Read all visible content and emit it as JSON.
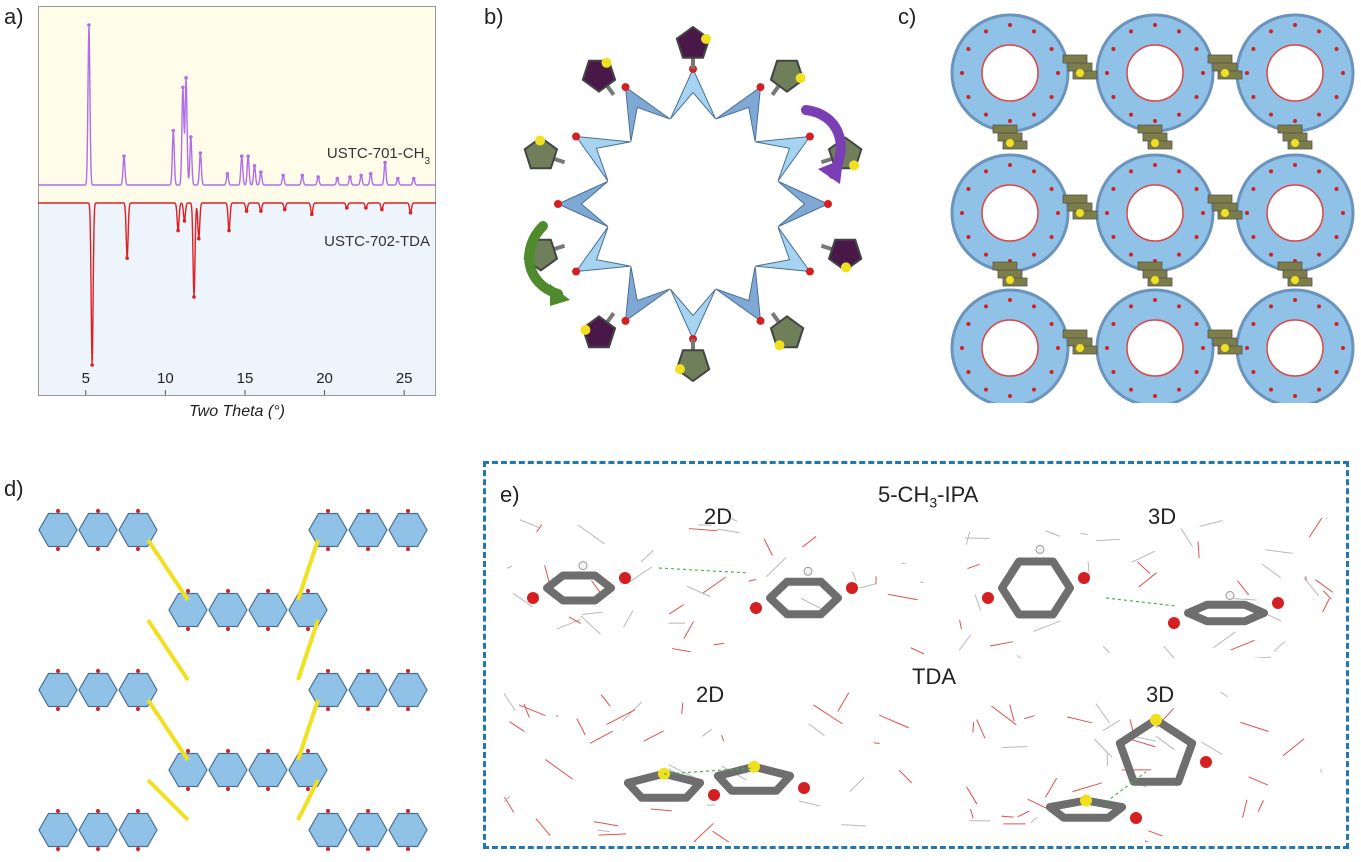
{
  "panels": {
    "a": "a)",
    "b": "b)",
    "c": "c)",
    "d": "d)",
    "e": "e)"
  },
  "chart_data": {
    "type": "line",
    "xlabel": "Two Theta (°)",
    "xlim": [
      2,
      27
    ],
    "xticks": [
      5,
      10,
      15,
      20,
      25
    ],
    "series": [
      {
        "name": "USTC-701-CH3",
        "name_main": "USTC-701-CH",
        "name_sub": "3",
        "color": "#b06ee8",
        "peaks": [
          {
            "x": 5.2,
            "h": 1.0
          },
          {
            "x": 7.4,
            "h": 0.18
          },
          {
            "x": 10.5,
            "h": 0.34
          },
          {
            "x": 11.1,
            "h": 0.61
          },
          {
            "x": 11.3,
            "h": 0.67
          },
          {
            "x": 11.6,
            "h": 0.3
          },
          {
            "x": 12.2,
            "h": 0.2
          },
          {
            "x": 13.9,
            "h": 0.07
          },
          {
            "x": 14.8,
            "h": 0.18
          },
          {
            "x": 15.2,
            "h": 0.18
          },
          {
            "x": 15.6,
            "h": 0.12
          },
          {
            "x": 16.0,
            "h": 0.08
          },
          {
            "x": 17.4,
            "h": 0.06
          },
          {
            "x": 18.6,
            "h": 0.06
          },
          {
            "x": 19.6,
            "h": 0.05
          },
          {
            "x": 20.8,
            "h": 0.04
          },
          {
            "x": 21.6,
            "h": 0.05
          },
          {
            "x": 22.3,
            "h": 0.06
          },
          {
            "x": 22.9,
            "h": 0.07
          },
          {
            "x": 23.8,
            "h": 0.14
          },
          {
            "x": 24.6,
            "h": 0.04
          },
          {
            "x": 25.6,
            "h": 0.04
          }
        ]
      },
      {
        "name": "USTC-702-TDA",
        "color": "#e02020",
        "peaks": [
          {
            "x": 5.4,
            "h": 1.0
          },
          {
            "x": 7.6,
            "h": 0.34
          },
          {
            "x": 10.8,
            "h": 0.17
          },
          {
            "x": 11.2,
            "h": 0.11
          },
          {
            "x": 11.8,
            "h": 0.58
          },
          {
            "x": 12.1,
            "h": 0.22
          },
          {
            "x": 14.0,
            "h": 0.17
          },
          {
            "x": 15.1,
            "h": 0.05
          },
          {
            "x": 16.0,
            "h": 0.05
          },
          {
            "x": 17.5,
            "h": 0.04
          },
          {
            "x": 19.2,
            "h": 0.07
          },
          {
            "x": 21.4,
            "h": 0.03
          },
          {
            "x": 22.6,
            "h": 0.03
          },
          {
            "x": 23.6,
            "h": 0.04
          },
          {
            "x": 25.4,
            "h": 0.06
          }
        ]
      }
    ]
  },
  "panel_e": {
    "top_title_main": "5-CH",
    "top_title_sub": "3",
    "top_title_rest": "-IPA",
    "top_left": "2D",
    "top_right": "3D",
    "mid_title": "TDA",
    "bottom_left": "2D",
    "bottom_right": "3D"
  },
  "colors": {
    "polyhedra": "#8fc2e6",
    "ring_green": "#6e7f5a",
    "ring_purple": "#4a1848",
    "sulfur": "#f0e020",
    "oxygen": "#d42020",
    "carbon": "#7a7a7a",
    "arrow_purple": "#7b3fb5",
    "arrow_green": "#4f8a2c",
    "dash_border": "#1f77b4"
  }
}
